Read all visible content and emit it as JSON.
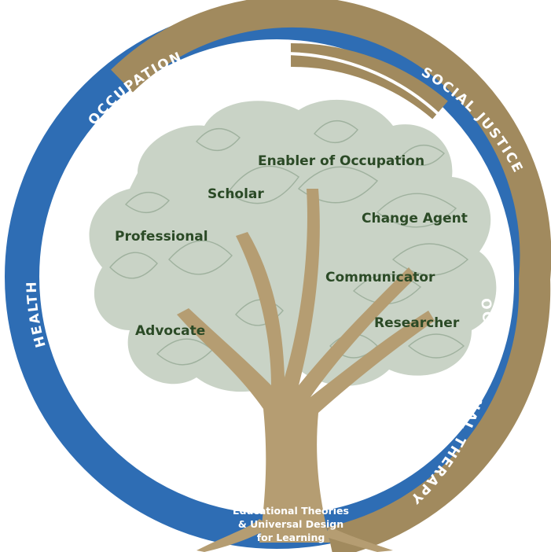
{
  "ring": {
    "occupation": "OCCUPATION",
    "health": "HEALTH",
    "social_justice": "SOCIAL JUSTICE",
    "occupational_therapy": "OCCUPATIONAL THERAPY"
  },
  "roles": {
    "enabler": "Enabler of Occupation",
    "scholar": "Scholar",
    "change_agent": "Change Agent",
    "professional": "Professional",
    "communicator": "Communicator",
    "advocate": "Advocate",
    "researcher": "Researcher"
  },
  "roots": {
    "line1": "Educational Theories",
    "line2": "& Universal Design",
    "line3": "for Learning"
  },
  "colors": {
    "blue": "#2e6db4",
    "gold": "#a18a5e",
    "canopy": "#c9d3c6",
    "text_green": "#2b4a26"
  }
}
